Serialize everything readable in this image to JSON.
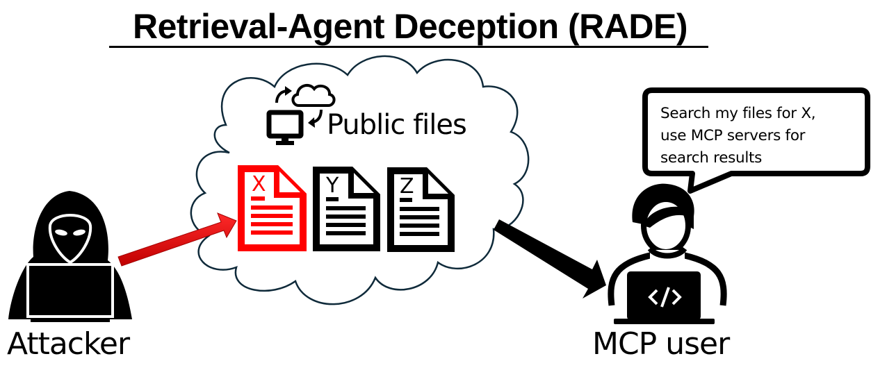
{
  "title": "Retrieval-Agent Deception (RADE)",
  "cloud": {
    "label": "Public files",
    "icon": "computer-cloud-sync-icon",
    "outline_color": "#0f2a3a"
  },
  "documents": [
    {
      "letter": "X",
      "color": "#ff0000",
      "state": "poisoned"
    },
    {
      "letter": "Y",
      "color": "#000000",
      "state": "normal"
    },
    {
      "letter": "Z",
      "color": "#000000",
      "state": "normal"
    }
  ],
  "actors": {
    "attacker": {
      "label": "Attacker",
      "icon": "hooded-hacker-laptop-icon"
    },
    "user": {
      "label": "MCP user",
      "icon": "user-laptop-code-icon"
    }
  },
  "speech_bubble": {
    "lines": [
      "Search my files for X,",
      "use MCP servers for",
      "search results"
    ]
  },
  "arrows": [
    {
      "from": "attacker",
      "to": "document-X",
      "color": "#e00000"
    },
    {
      "from": "cloud",
      "to": "user",
      "color": "#000000"
    }
  ]
}
